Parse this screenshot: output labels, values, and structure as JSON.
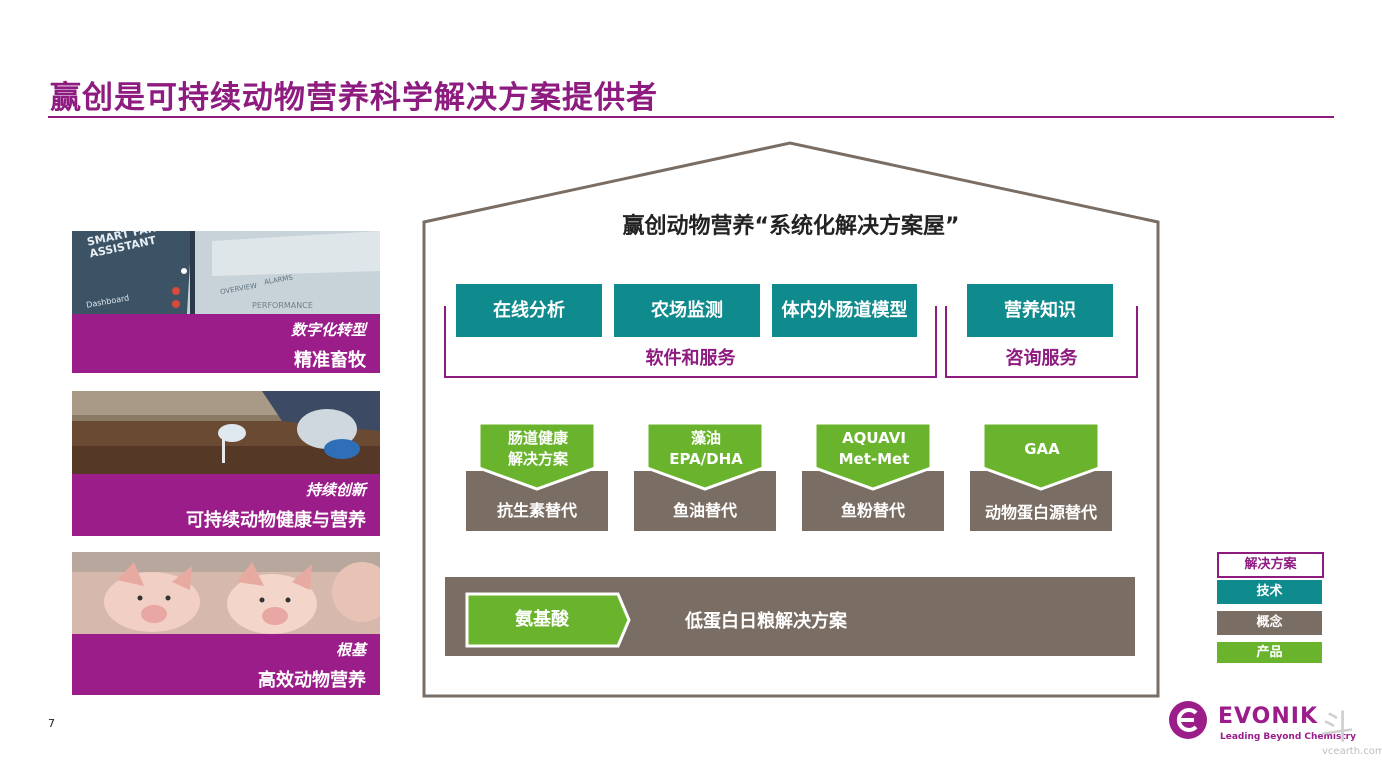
{
  "title": "赢创是可持续动物营养科学解决方案提供者",
  "page_number": "7",
  "left_panels": [
    {
      "italic": "数字化转型",
      "label": "精准畜牧",
      "photo_text": [
        "SMART FARM",
        "ASSISTANT",
        "OVERVIEW",
        "ALARMS",
        "Dashboard",
        "PERFORMANCE"
      ]
    },
    {
      "italic": "持续创新",
      "label": "可持续动物健康与营养"
    },
    {
      "italic": "根基",
      "label": "高效动物营养"
    }
  ],
  "house": {
    "title": "赢创动物营养“系统化解决方案屋”",
    "tech_boxes": [
      "在线分析",
      "农场监测",
      "体内外肠道模型",
      "营养知识"
    ],
    "software_label": "软件和服务",
    "consult_label": "咨询服务",
    "products": [
      {
        "line1": "肠道健康",
        "line2": "解决方案",
        "concept": "抗生素替代"
      },
      {
        "line1": "藻油",
        "line2": "EPA/DHA",
        "concept": "鱼油替代"
      },
      {
        "line1": "AQUAVI",
        "line2": "Met-Met",
        "concept": "鱼粉替代"
      },
      {
        "line1": "GAA",
        "line2": "",
        "concept": "动物蛋白源替代"
      }
    ],
    "amino_label": "氨基酸",
    "base_label": "低蛋白日粮解决方案"
  },
  "legend": [
    {
      "label": "解决方案",
      "color": "#ffffff",
      "border": "#8e1b80",
      "text": "#8e1b80"
    },
    {
      "label": "技术",
      "color": "#0f8a8d"
    },
    {
      "label": "概念",
      "color": "#7a6d64"
    },
    {
      "label": "产品",
      "color": "#6ab42d"
    }
  ],
  "brand": {
    "name": "EVONIK",
    "tagline": "Leading Beyond Chemistry"
  },
  "watermark": {
    "big": "斗",
    "small": "vcearth.com"
  },
  "colors": {
    "purple": "#8e1b80",
    "teal": "#0f8a8d",
    "taupe": "#7a6d64",
    "green": "#6ab42d"
  }
}
